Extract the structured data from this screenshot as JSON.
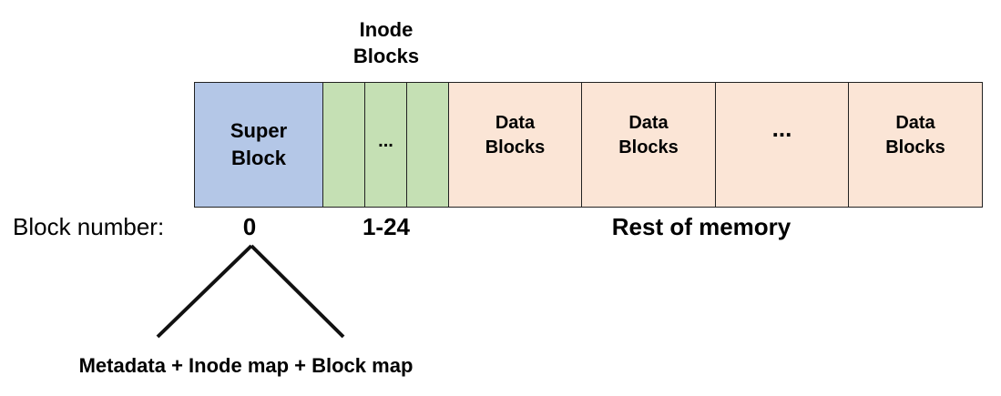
{
  "inode_header": {
    "line1": "Inode",
    "line2": "Blocks"
  },
  "blocks": {
    "super": {
      "line1": "Super",
      "line2": "Block",
      "color": "#b4c7e7"
    },
    "inode": {
      "ellipsis": "...",
      "color": "#c5e0b4"
    },
    "data": [
      {
        "line1": "Data",
        "line2": "Blocks"
      },
      {
        "line1": "Data",
        "line2": "Blocks"
      },
      {
        "line1": "...",
        "line2": ""
      },
      {
        "line1": "Data",
        "line2": "Blocks"
      }
    ],
    "data_color": "#fbe5d6"
  },
  "block_numbers": {
    "label": "Block number:",
    "super": "0",
    "inode": "1-24",
    "data": "Rest of memory"
  },
  "super_block_contents": "Metadata + Inode map + Block map"
}
